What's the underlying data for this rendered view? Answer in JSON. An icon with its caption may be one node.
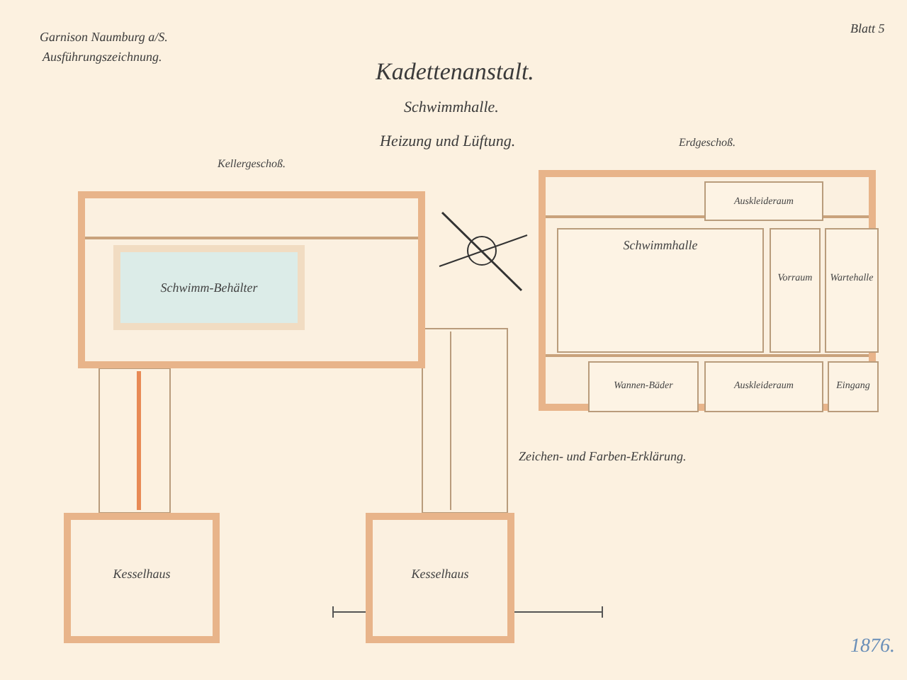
{
  "diagram": {
    "title": "Kadettenanstalt.",
    "nodes": [
      {
        "text": [
          "Kellergeschoß."
        ]
      },
      {
        "text": [
          "Schwimm-Behälter"
        ],
        "in": 0
      },
      {
        "text": [
          "Kesselhaus"
        ]
      },
      {
        "text": [
          "Kesselhaus"
        ]
      },
      {
        "text": [
          "Erdgeschoß."
        ]
      },
      {
        "text": [
          "Schwimmhalle"
        ],
        "in": 4
      },
      {
        "text": [
          "Auskleideraum"
        ],
        "in": 4
      },
      {
        "text": [
          "Vorraum"
        ],
        "in": 4
      },
      {
        "text": [
          "Wartehalle"
        ],
        "in": 4
      },
      {
        "text": [
          "Wannen-Bäder"
        ],
        "in": 4
      },
      {
        "text": [
          "Auskleideraum"
        ],
        "in": 4
      },
      {
        "text": [
          "Eingang"
        ],
        "in": 4
      }
    ],
    "labels": [
      "Garnison Naumburg a/S.",
      "Ausführungszeichnung.",
      "Blatt 5",
      "Schwimmhalle.",
      "Heizung und Lüftung.",
      "Zeichen- und Farben-Erklärung.",
      "1876."
    ]
  }
}
